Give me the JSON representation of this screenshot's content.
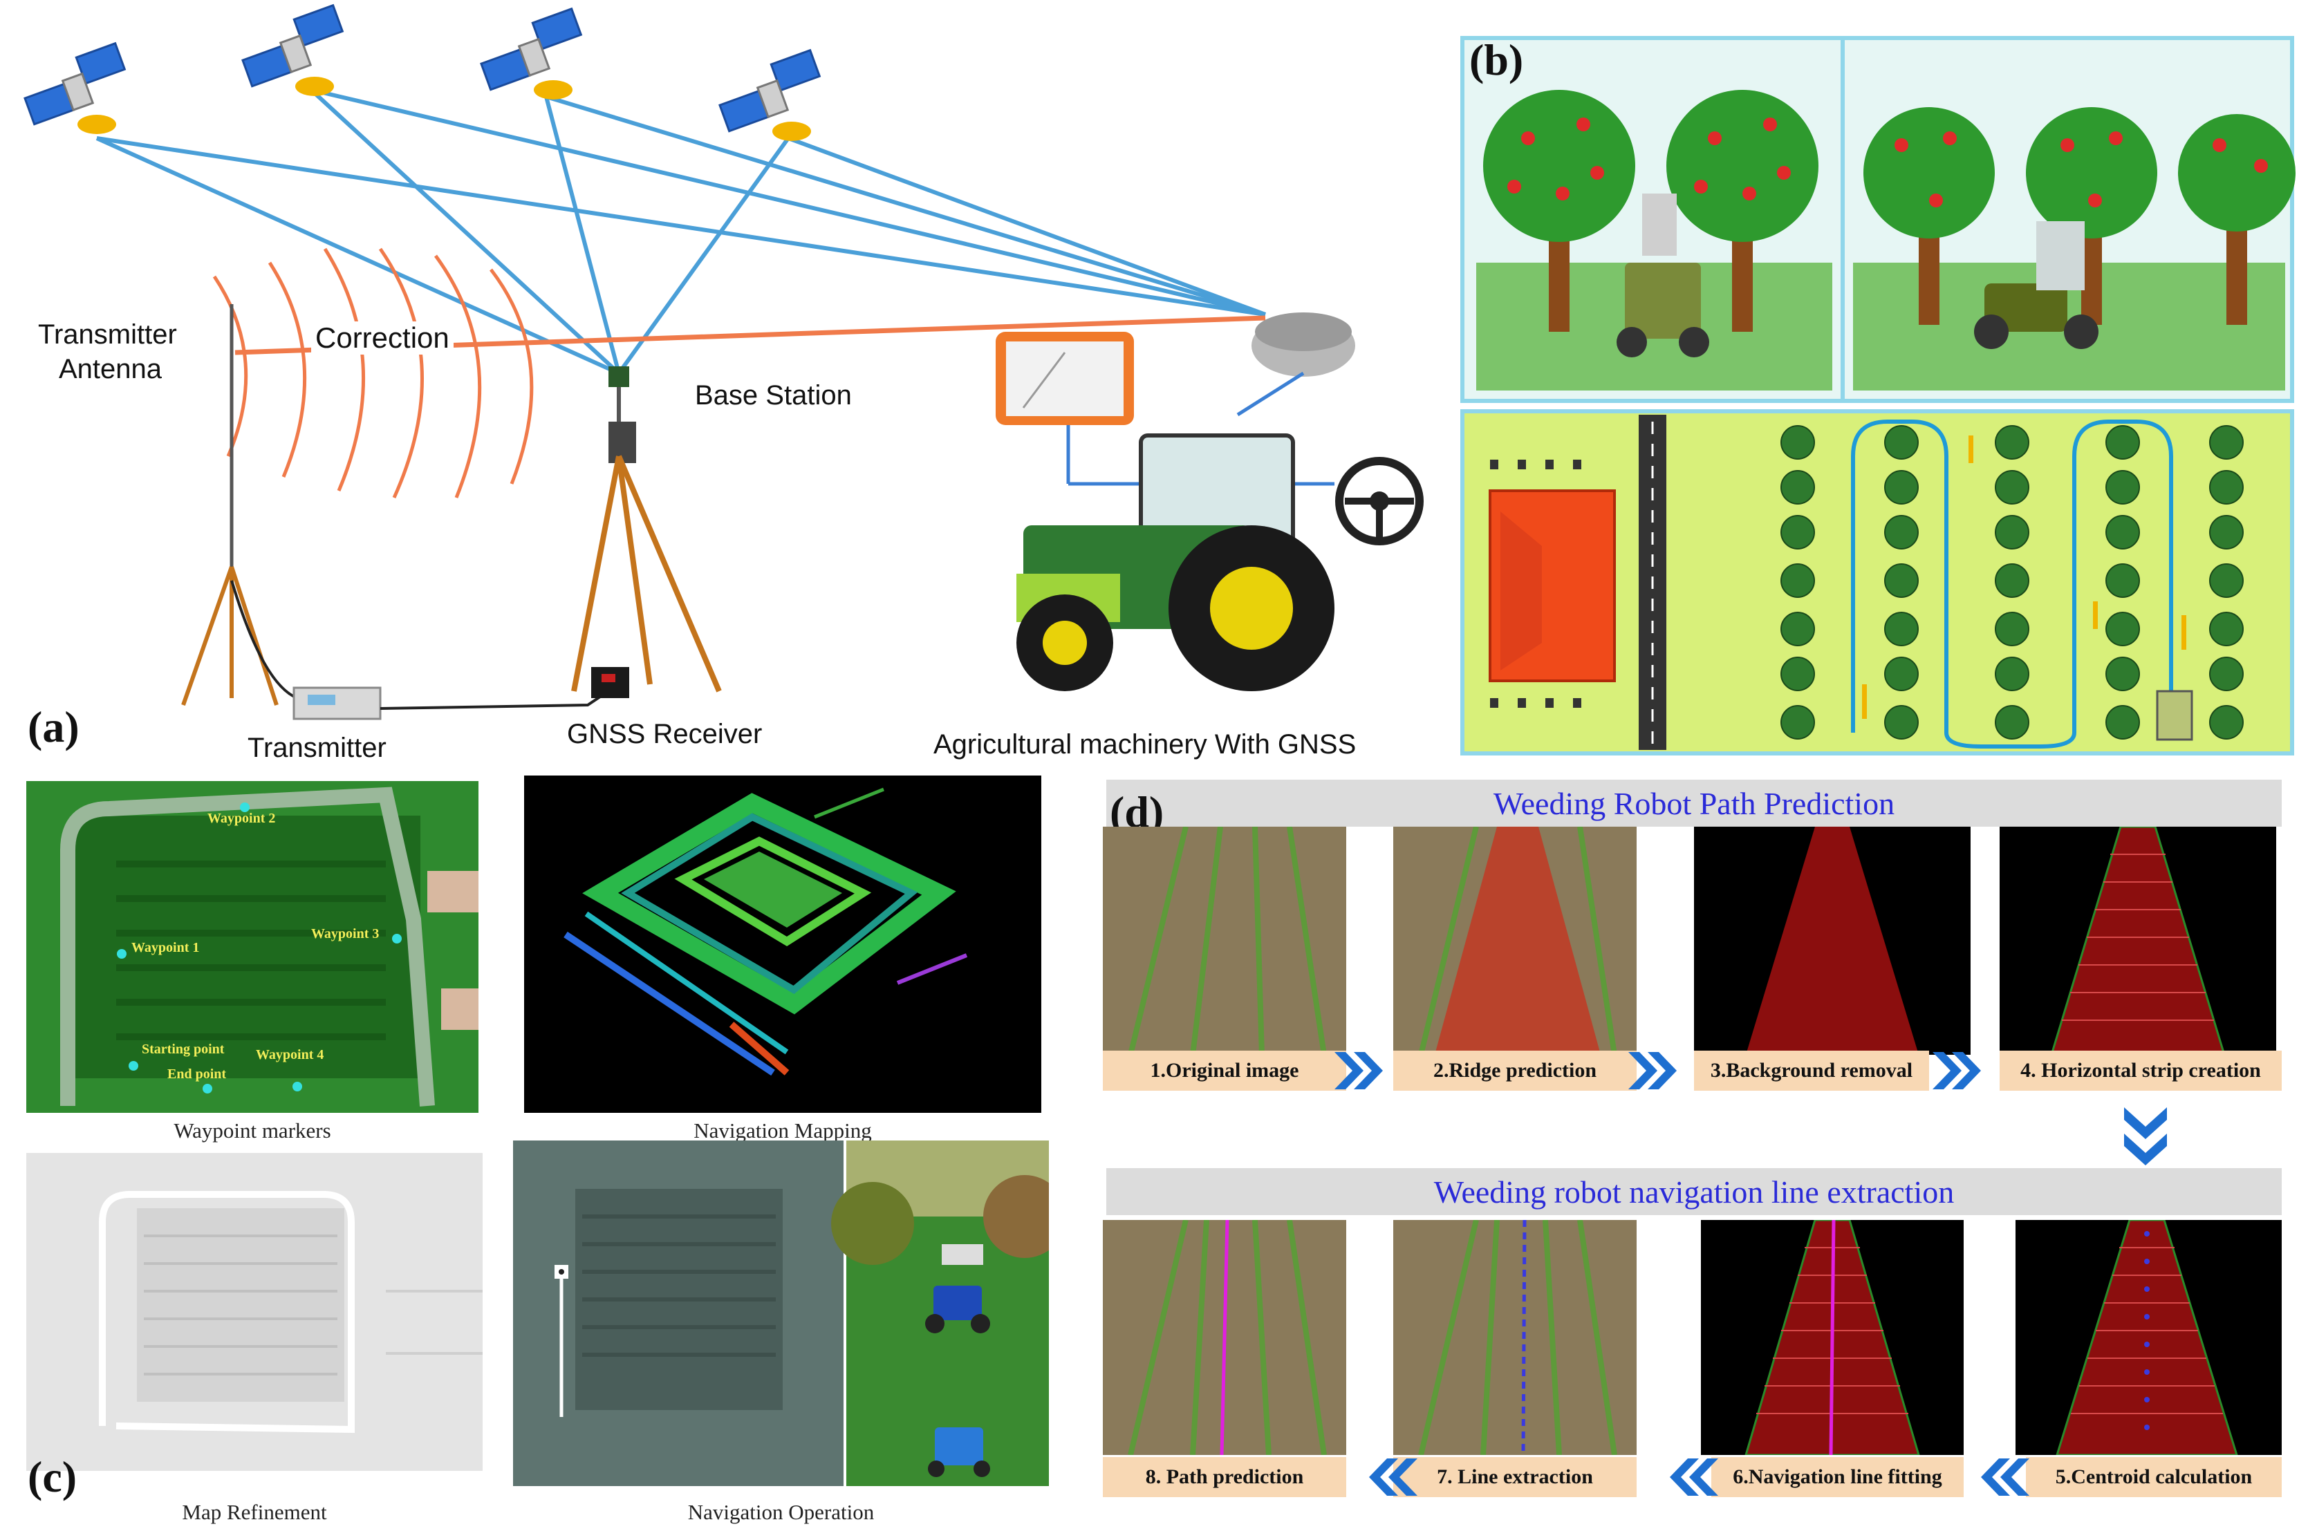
{
  "panels": {
    "a": {
      "letter": "(a)",
      "labels": {
        "transmitter_antenna_line1": "Transmitter",
        "transmitter_antenna_line2": "Antenna",
        "correction": "Correction",
        "base_station": "Base Station",
        "transmitter": "Transmitter",
        "gnss_receiver": "GNSS Receiver",
        "agri_machinery": "Agricultural machinery With GNSS"
      }
    },
    "b": {
      "letter": "(b)"
    },
    "c": {
      "letter": "(c)",
      "captions": {
        "waypoint_markers": "Waypoint markers",
        "navigation_mapping": "Navigation Mapping",
        "map_refinement": "Map Refinement",
        "navigation_operation": "Navigation Operation"
      },
      "waypoints": {
        "wp2": "Waypoint 2",
        "wp1": "Waypoint 1",
        "wp3": "Waypoint 3",
        "start": "Starting point",
        "wp4": "Waypoint 4",
        "end": "End point"
      }
    },
    "d": {
      "letter": "(d)",
      "banner_top": "Weeding Robot Path Prediction",
      "banner_bottom": "Weeding robot navigation line extraction",
      "steps": {
        "s1": "1.Original image",
        "s2": "2.Ridge prediction",
        "s3": "3.Background removal",
        "s4": "4. Horizontal  strip creation",
        "s5": "5.Centroid calculation",
        "s6": "6.Navigation line fitting",
        "s7": "7. Line extraction",
        "s8": "8. Path prediction"
      }
    }
  },
  "colors": {
    "signal_line": "#4a9fd8",
    "correction_line": "#f07a4a",
    "grass": "#2f8a2f",
    "ridge_red": "#8b0e0e",
    "step_bg": "#f8d8b4",
    "arrow_blue": "#1e6fd0",
    "banner_text": "#2a2ad8"
  }
}
